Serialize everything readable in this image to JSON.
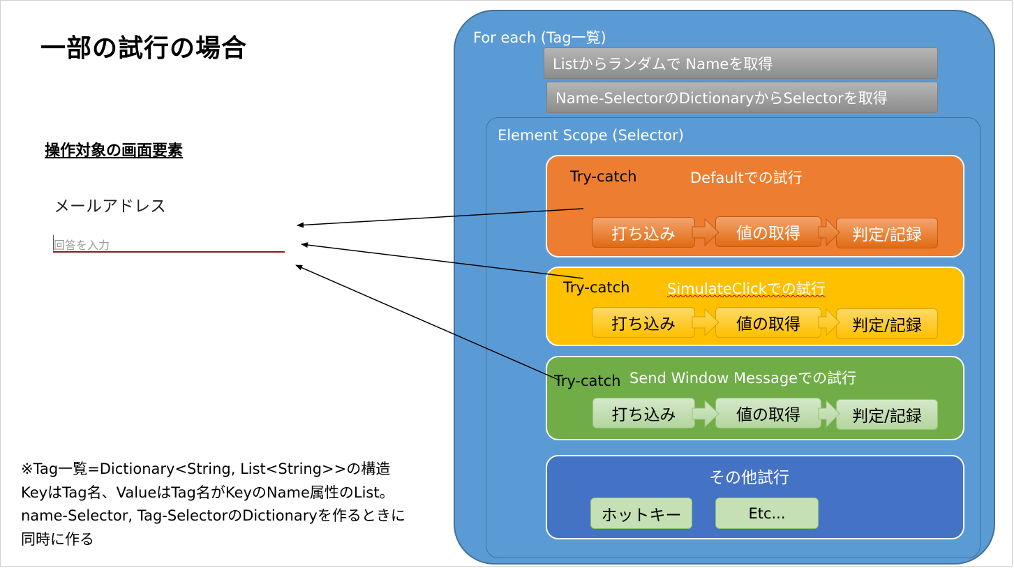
{
  "title": "一部の試行の場合",
  "left": {
    "subtitle": "操作対象の画面要素",
    "field_label": "メールアドレス",
    "field_placeholder": "回答を入力"
  },
  "note_lines": [
    "※Tag一覧=Dictionary<String, List<String>>の構造",
    "KeyはTag名、ValueはTag名がKeyのName属性のList。",
    "name-Selector, Tag-SelectorのDictionaryを作るときに",
    "同時に作る"
  ],
  "foreach": {
    "label": "For each (Tag一覧)",
    "step1": "Listからランダムで Nameを取得",
    "step2": "Name-SelectorのDictionaryからSelectorを取得"
  },
  "scope": {
    "label": "Element Scope (Selector)",
    "try_label": "Try-catch",
    "blocks": [
      {
        "method": "Defaultでの試行",
        "steps": [
          "打ち込み",
          "値の取得",
          "判定/記録"
        ]
      },
      {
        "method": "SimulateClickでの試行",
        "steps": [
          "打ち込み",
          "値の取得",
          "判定/記録"
        ]
      },
      {
        "method": "Send Window Messageでの試行",
        "steps": [
          "打ち込み",
          "値の取得",
          "判定/記録"
        ]
      }
    ],
    "other": {
      "title": "その他試行",
      "items": [
        "ホットキー",
        "Etc..."
      ]
    }
  },
  "colors": {
    "outer": "#5b9bd5",
    "default_block": "#ed7d31",
    "simulate_block": "#ffc000",
    "sendwindow_block": "#70ad47",
    "other_block": "#4472c4",
    "gray_step": "#a5a5a5"
  }
}
